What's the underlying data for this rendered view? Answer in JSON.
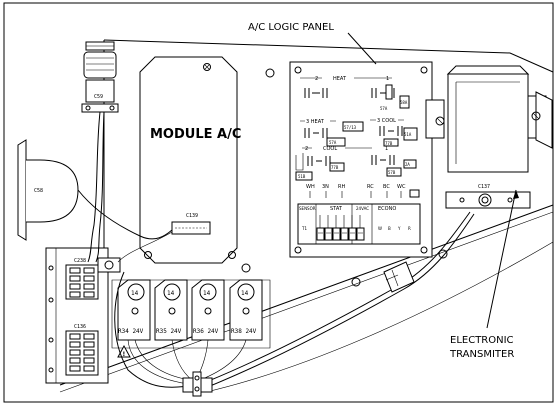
{
  "callouts": {
    "logic_panel": "A/C LOGIC PANEL",
    "transmitter_line1": "ELECTRONIC",
    "transmitter_line2": "TRANSMITER"
  },
  "module": {
    "title": "MODULE A/C",
    "connector": "C139"
  },
  "connectors": {
    "c59": "C59",
    "c58": "C58",
    "c137": "C137",
    "c238": "C238",
    "c136": "C136"
  },
  "logic_board": {
    "heat_group": "2 — HEAT — 1",
    "heat2": "2",
    "heat": "HEAT",
    "heat1": "1",
    "heat3": "3 HEAT",
    "cool3": "3 COOL",
    "cool2": "2",
    "cool": "COOL",
    "cool1": "1",
    "comp_labels": [
      "57A",
      "58A",
      "57/13",
      "57A",
      "77B",
      "51A",
      "51B",
      "77B",
      "57B",
      "2A"
    ],
    "terminals": [
      "WH",
      "3N",
      "RH",
      "RC",
      "BC",
      "WC"
    ],
    "sensor": "SENSOR",
    "stat": "STAT",
    "v24": "24VAC",
    "econo": "ECONO",
    "sensor_sub": "T1",
    "econo_sub": [
      "W",
      "B",
      "Y",
      "R"
    ]
  },
  "relays": [
    {
      "number": "14",
      "label": "R34 24V"
    },
    {
      "number": "14",
      "label": "R35 24V"
    },
    {
      "number": "14",
      "label": "R36 24V"
    },
    {
      "number": "14",
      "label": "R38 24V"
    }
  ],
  "warning_symbol": "!"
}
